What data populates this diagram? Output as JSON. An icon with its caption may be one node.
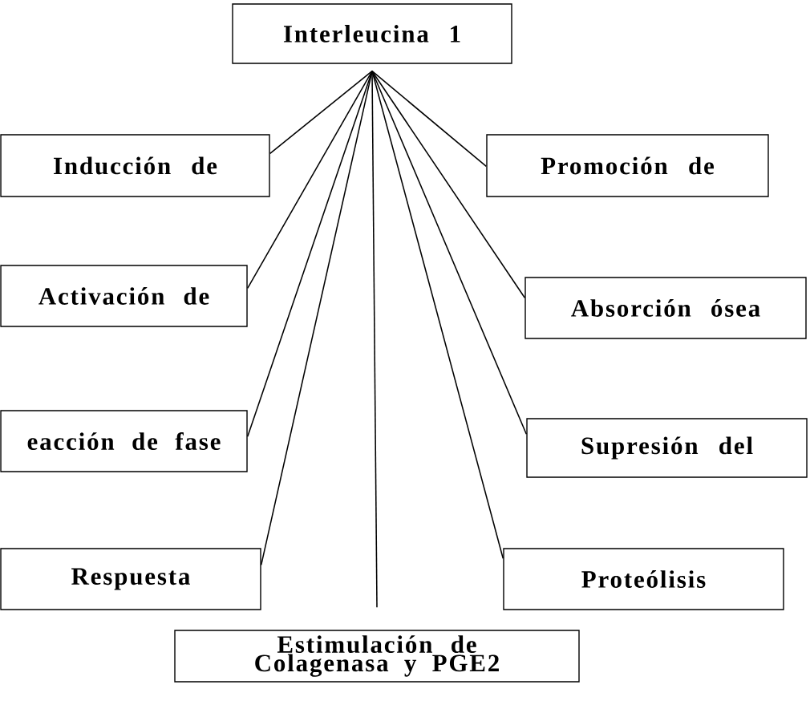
{
  "diagram": {
    "nodes": [
      {
        "text": [
          "Interleucina 1"
        ]
      },
      {
        "text": [
          "Inducción de"
        ]
      },
      {
        "text": [
          "Promoción de"
        ]
      },
      {
        "text": [
          "Activación de"
        ]
      },
      {
        "text": [
          "Absorción ósea"
        ]
      },
      {
        "text": [
          "eacción de fase"
        ]
      },
      {
        "text": [
          "Supresión del"
        ]
      },
      {
        "text": [
          "Respuesta"
        ]
      },
      {
        "text": [
          "Proteólisis"
        ]
      },
      {
        "text": [
          "Estimulación de Colagenasa y PGE2"
        ]
      }
    ],
    "edges": [
      {
        "from": 0,
        "to": 1,
        "arrow": "none"
      },
      {
        "from": 0,
        "to": 2,
        "arrow": "none"
      },
      {
        "from": 0,
        "to": 3,
        "arrow": "none"
      },
      {
        "from": 0,
        "to": 4,
        "arrow": "none"
      },
      {
        "from": 0,
        "to": 5,
        "arrow": "none"
      },
      {
        "from": 0,
        "to": 6,
        "arrow": "none"
      },
      {
        "from": 0,
        "to": 7,
        "arrow": "none"
      },
      {
        "from": 0,
        "to": 8,
        "arrow": "none"
      },
      {
        "from": 0,
        "to": 9,
        "arrow": "none"
      }
    ]
  }
}
